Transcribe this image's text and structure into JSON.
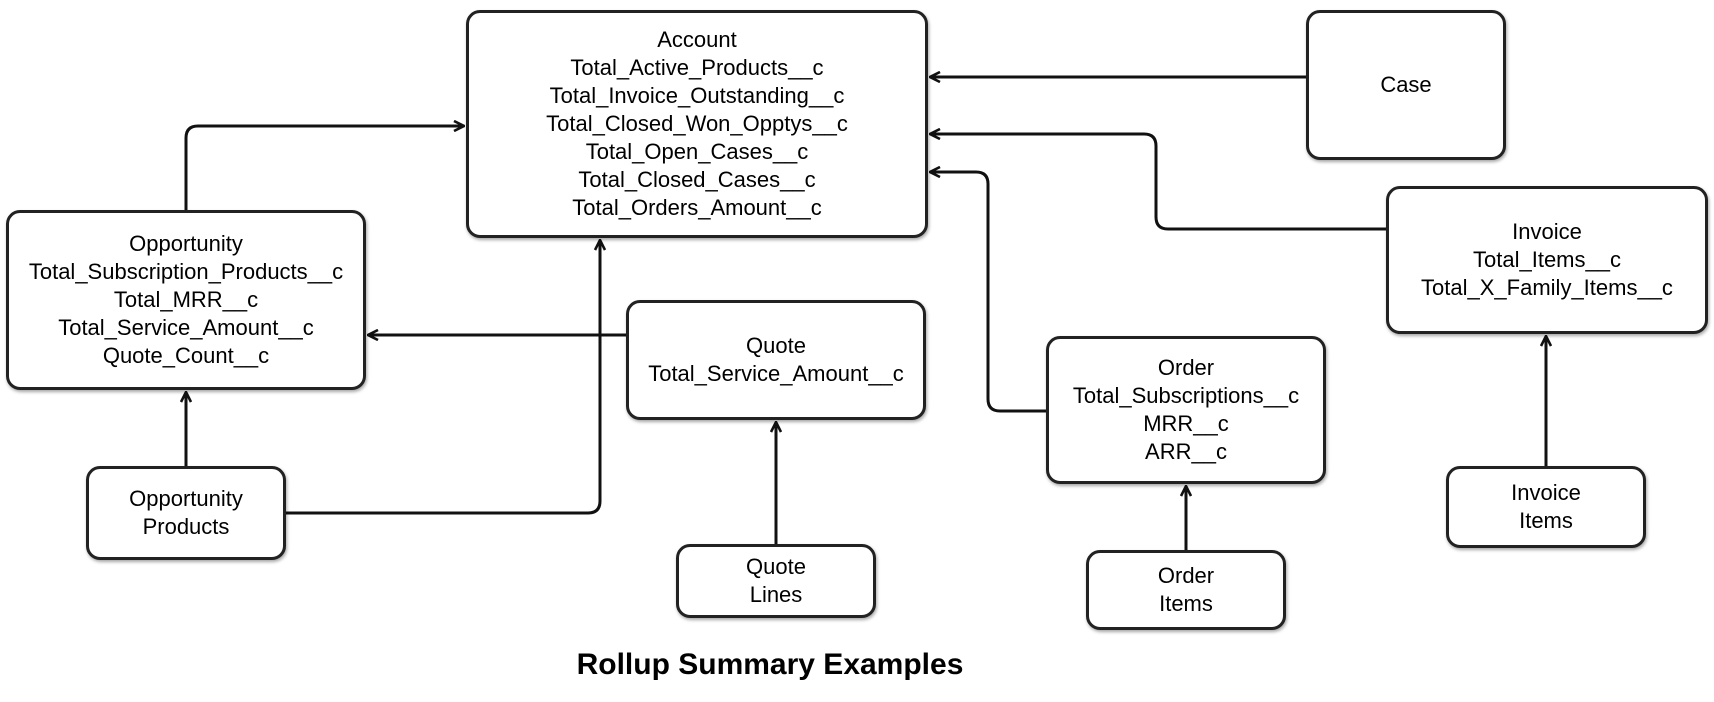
{
  "caption": "Rollup Summary Examples",
  "nodes": {
    "account": {
      "title": "Account",
      "fields": [
        "Total_Active_Products__c",
        "Total_Invoice_Outstanding__c",
        "Total_Closed_Won_Opptys__c",
        "Total_Open_Cases__c",
        "Total_Closed_Cases__c",
        "Total_Orders_Amount__c"
      ]
    },
    "case": {
      "title": "Case",
      "fields": []
    },
    "opportunity": {
      "title": "Opportunity",
      "fields": [
        "Total_Subscription_Products__c",
        "Total_MRR__c",
        "Total_Service_Amount__c",
        "Quote_Count__c"
      ]
    },
    "quote": {
      "title": "Quote",
      "fields": [
        "Total_Service_Amount__c"
      ]
    },
    "order": {
      "title": "Order",
      "fields": [
        "Total_Subscriptions__c",
        "MRR__c",
        "ARR__c"
      ]
    },
    "invoice": {
      "title": "Invoice",
      "fields": [
        "Total_Items__c",
        "Total_X_Family_Items__c"
      ]
    },
    "opportunity_products": {
      "title": "Opportunity",
      "fields": [
        "Products"
      ]
    },
    "quote_lines": {
      "title": "Quote",
      "fields": [
        "Lines"
      ]
    },
    "order_items": {
      "title": "Order",
      "fields": [
        "Items"
      ]
    },
    "invoice_items": {
      "title": "Invoice",
      "fields": [
        "Items"
      ]
    }
  },
  "edges": [
    {
      "from": "case",
      "to": "account"
    },
    {
      "from": "invoice",
      "to": "account"
    },
    {
      "from": "order",
      "to": "account"
    },
    {
      "from": "opportunity",
      "to": "account"
    },
    {
      "from": "opportunity_products",
      "to": "account"
    },
    {
      "from": "quote",
      "to": "opportunity"
    },
    {
      "from": "opportunity_products",
      "to": "opportunity"
    },
    {
      "from": "quote_lines",
      "to": "quote"
    },
    {
      "from": "order_items",
      "to": "order"
    },
    {
      "from": "invoice_items",
      "to": "invoice"
    }
  ]
}
